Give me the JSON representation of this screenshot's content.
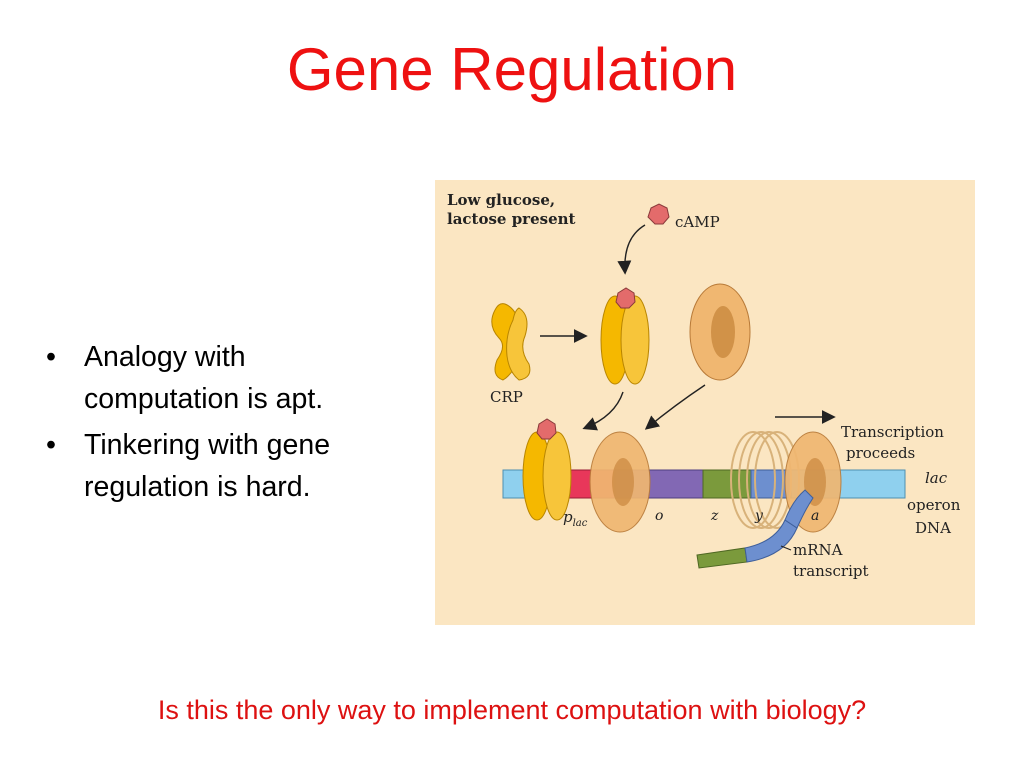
{
  "slide": {
    "title": "Gene Regulation",
    "bullets": [
      "Analogy with computation is apt.",
      "Tinkering with gene regulation is hard."
    ],
    "question": "Is this the only way to implement computation with biology?"
  },
  "figure": {
    "condition_line1": "Low glucose,",
    "condition_line2": "lactose present",
    "camp_label": "cAMP",
    "crp_label": "CRP",
    "transcription_line1": "Transcription",
    "transcription_line2": "proceeds",
    "lac_operon_line1": "lac",
    "lac_operon_line2": "operon",
    "lac_operon_line3": "DNA",
    "promoter_label": "p",
    "promoter_subscript": "lac",
    "operator_label": "o",
    "gene_z_label": "z",
    "gene_y_label": "y",
    "gene_a_label": "a",
    "mrna_line1": "mRNA",
    "mrna_line2": "transcript",
    "colors": {
      "background": "#fbe6c2",
      "protein": "#f5b800",
      "camp": "#e36b6b",
      "dna_blue": "#8fd0ee",
      "promoter_red": "#e8375a",
      "operator_purple": "#8268b4",
      "gene_green": "#7b9a3c",
      "gene_blue": "#6d8fcf",
      "polymerase": "#f0b771"
    }
  }
}
